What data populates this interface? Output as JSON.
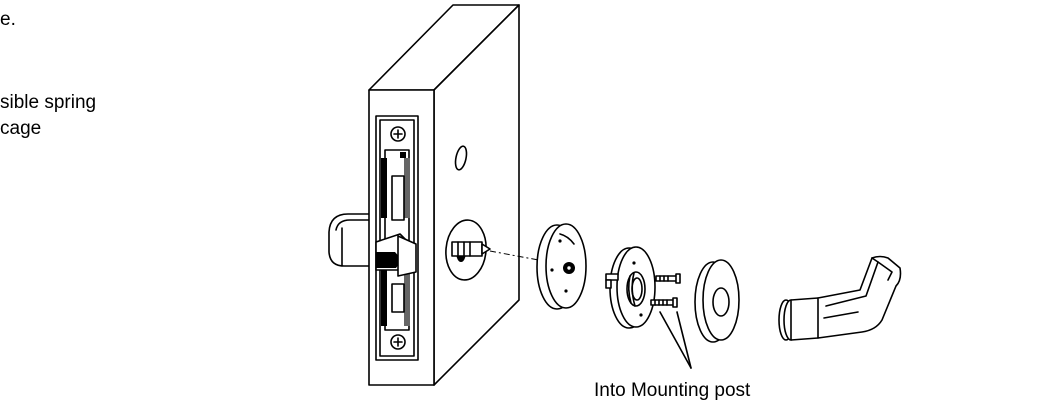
{
  "text_fragments": {
    "line1": "e.",
    "line2": "sible spring",
    "line3": "cage"
  },
  "callout": {
    "label": "Into Mounting post"
  },
  "parts": [
    {
      "name": "mortise-lock-body"
    },
    {
      "name": "inside-lever"
    },
    {
      "name": "spindle"
    },
    {
      "name": "rose-spring-cage"
    },
    {
      "name": "mounting-plate"
    },
    {
      "name": "mounting-screws"
    },
    {
      "name": "trim-rose"
    },
    {
      "name": "outside-lever"
    }
  ],
  "colors": {
    "line": "#000000",
    "background": "#ffffff"
  }
}
